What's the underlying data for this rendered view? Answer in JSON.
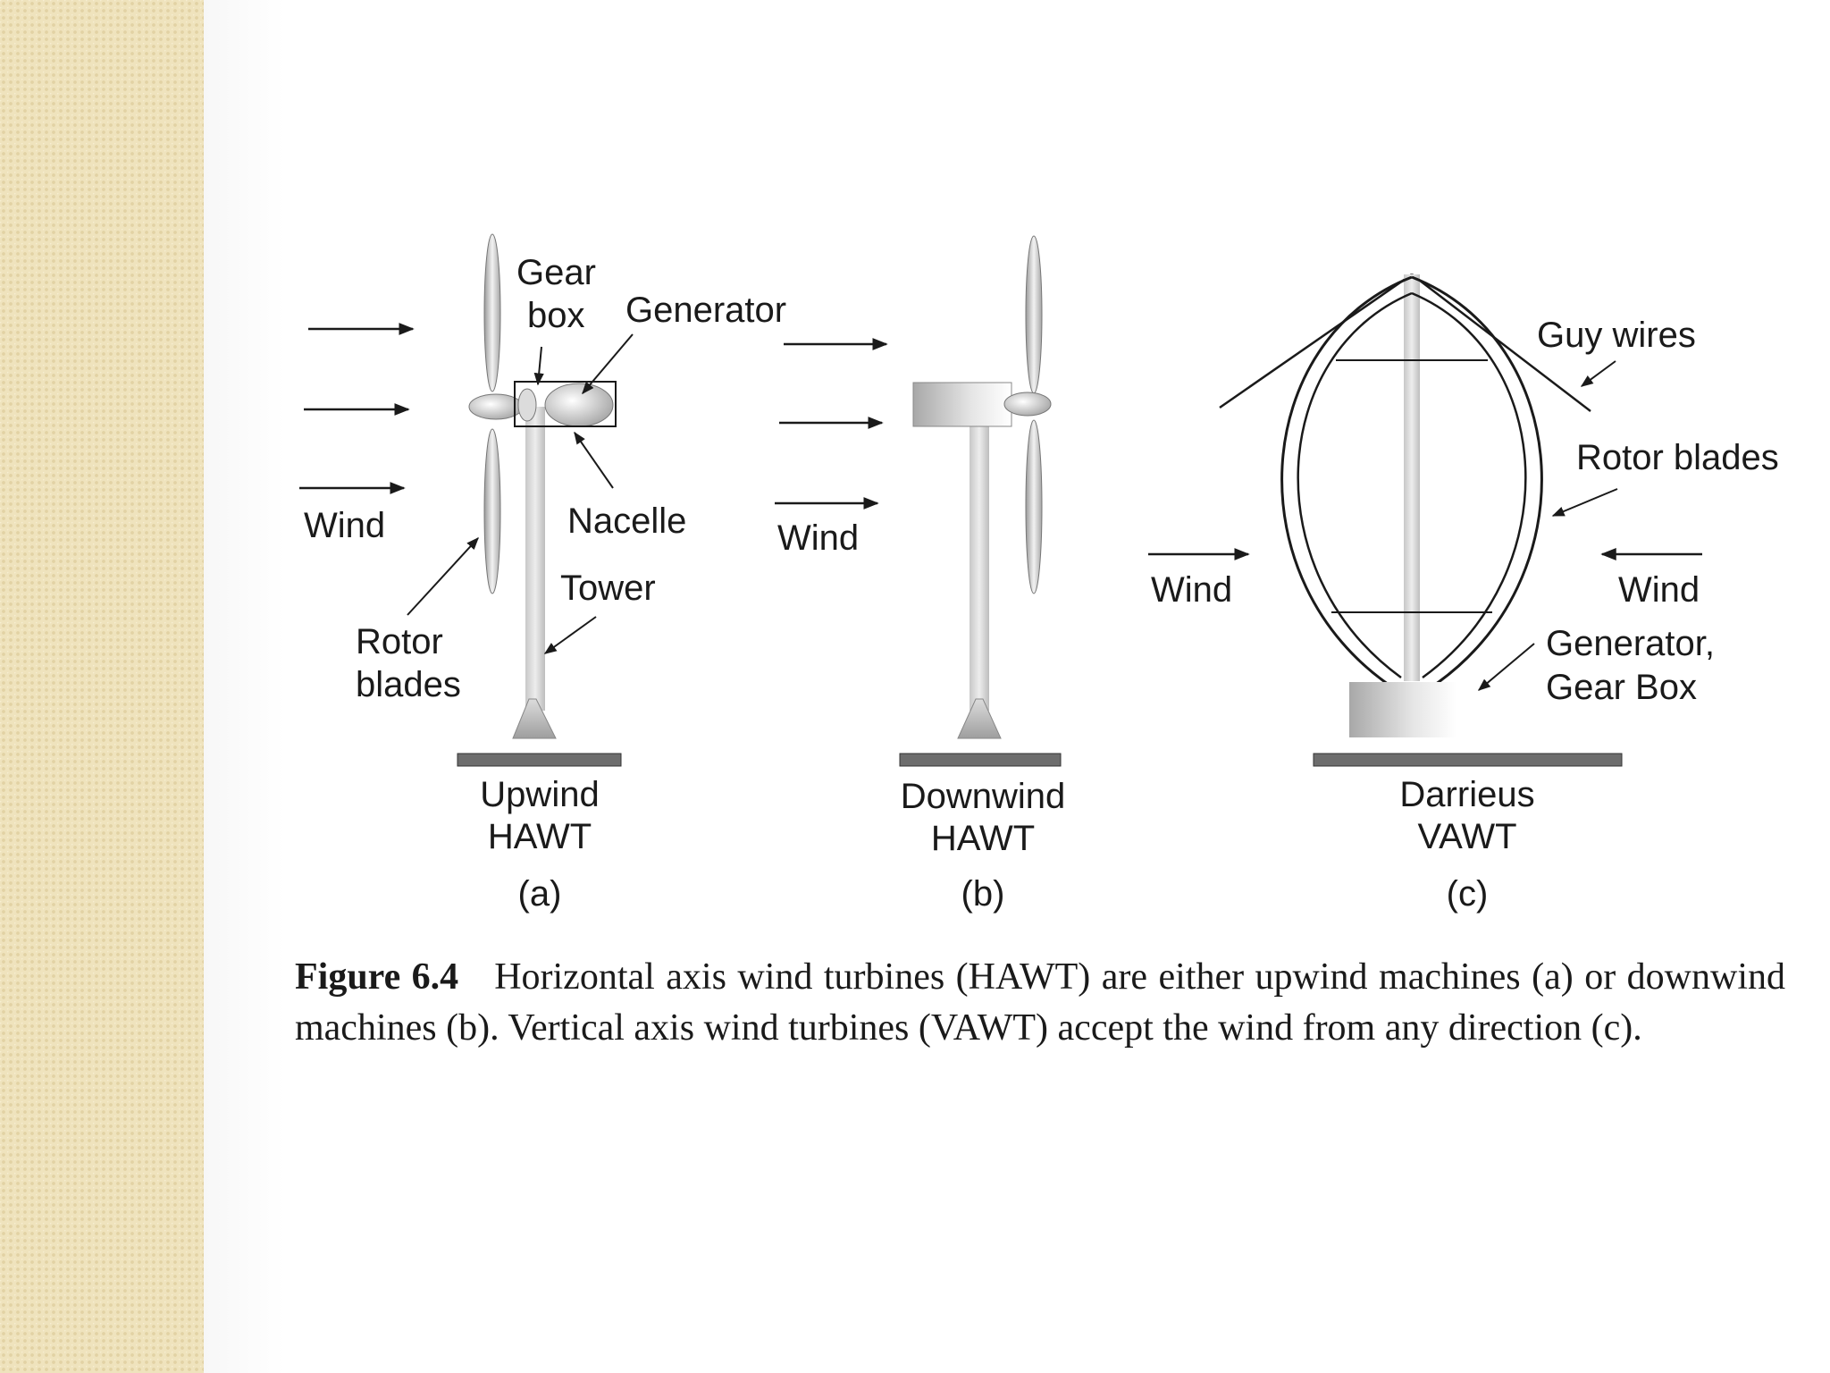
{
  "panel_a": {
    "labels": {
      "gear_box_1": "Gear",
      "gear_box_2": "box",
      "generator": "Generator",
      "nacelle": "Nacelle",
      "tower": "Tower",
      "wind": "Wind",
      "rotor_blades_1": "Rotor",
      "rotor_blades_2": "blades"
    },
    "title_1": "Upwind",
    "title_2": "HAWT",
    "tag": "(a)"
  },
  "panel_b": {
    "labels": {
      "wind": "Wind"
    },
    "title_1": "Downwind",
    "title_2": "HAWT",
    "tag": "(b)"
  },
  "panel_c": {
    "labels": {
      "guy_wires": "Guy wires",
      "rotor_blades": "Rotor blades",
      "wind_left": "Wind",
      "wind_right": "Wind",
      "generator_1": "Generator,",
      "generator_2": "Gear Box"
    },
    "title_1": "Darrieus",
    "title_2": "VAWT",
    "tag": "(c)"
  },
  "caption": {
    "figure_label": "Figure 6.4",
    "text": "Horizontal axis wind turbines (HAWT) are either upwind machines (a) or downwind machines (b). Vertical axis wind turbines (VAWT) accept the wind from any direction (c)."
  }
}
